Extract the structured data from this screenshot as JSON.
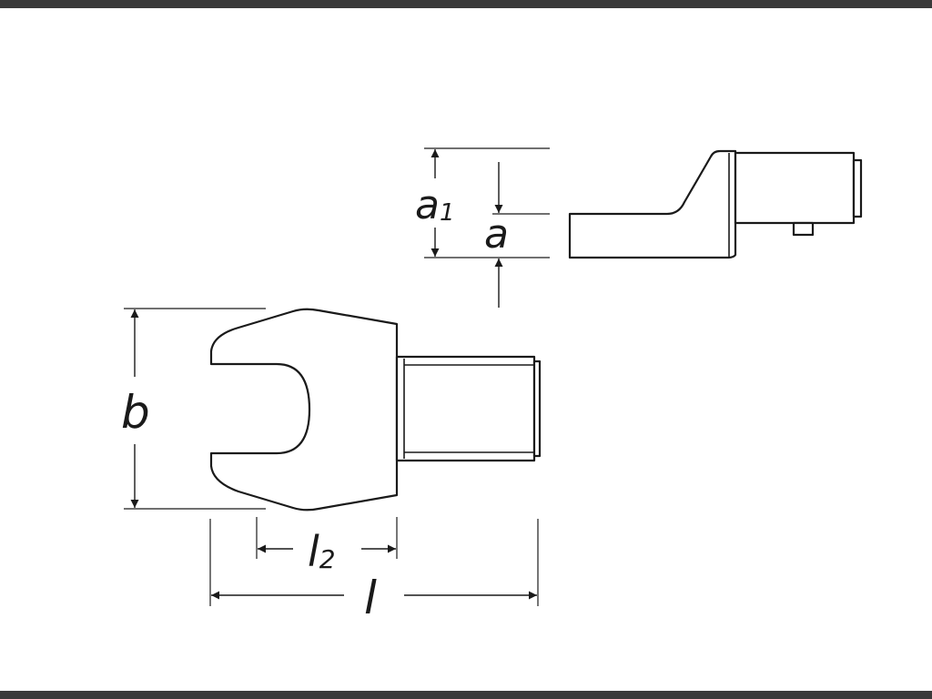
{
  "dimensions": {
    "a1": "a",
    "a1_sub": "1",
    "a": "a",
    "b": "b",
    "l2": "l",
    "l2_sub": "2",
    "l": "l"
  }
}
